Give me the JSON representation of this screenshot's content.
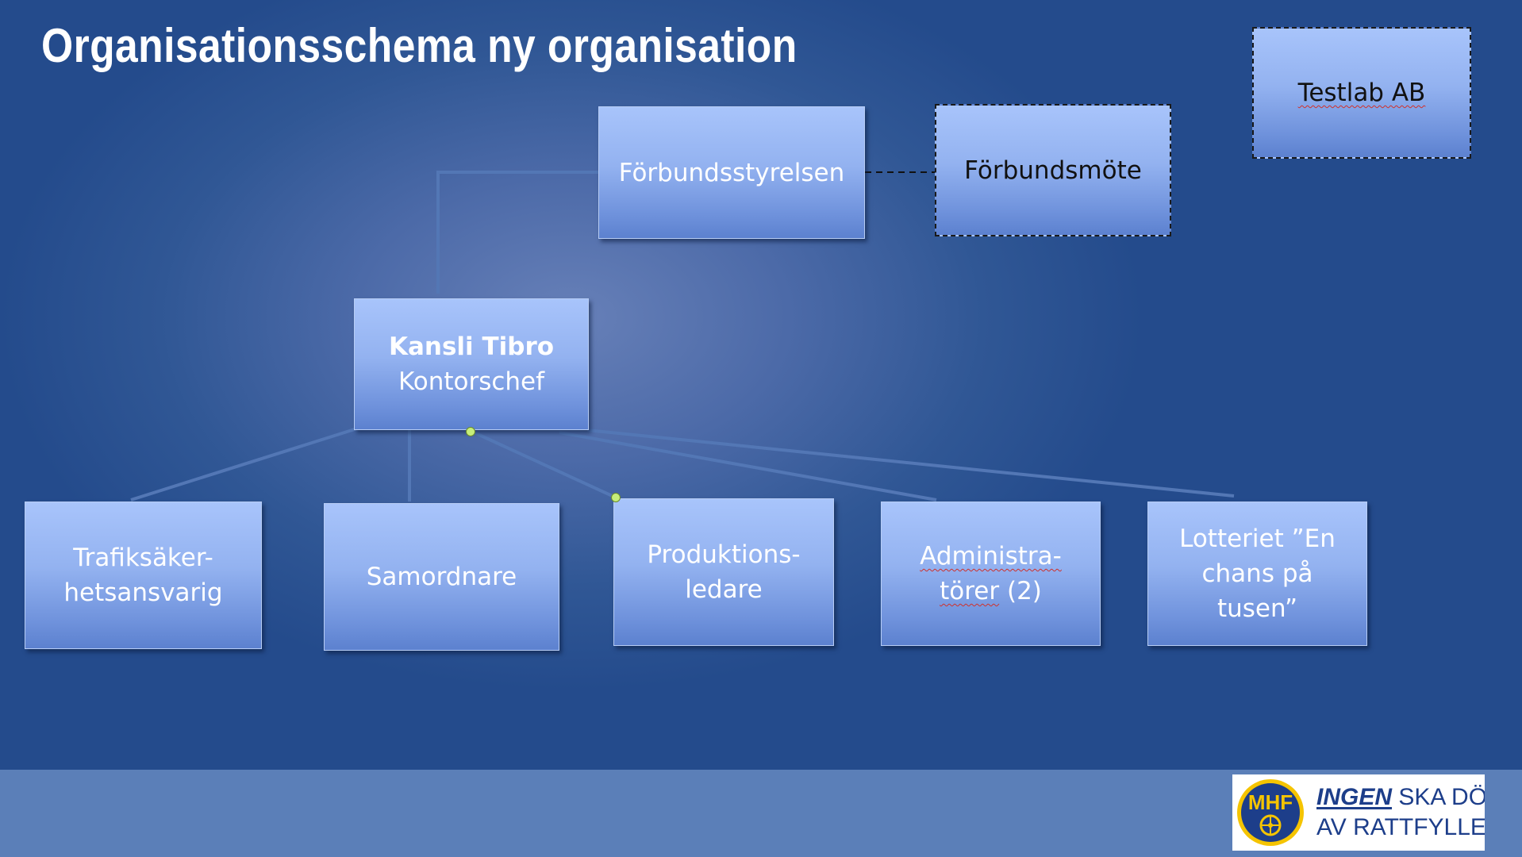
{
  "slide": {
    "title": "Organisationsschema ny organisation"
  },
  "boxes": {
    "testlab": "Testlab AB",
    "forbundsstyrelsen": "Förbundsstyrelsen",
    "forbundsmote": "Förbundsmöte",
    "kansli_line1": "Kansli Tibro",
    "kansli_line2": "Kontorschef",
    "trafik_line1": "Trafiksäker-",
    "trafik_line2": "hetsansvarig",
    "samordnare": "Samordnare",
    "produktion_line1": "Produktions-",
    "produktion_line2": "ledare",
    "admin_line1": "Administra-",
    "admin_line2a": "törer",
    "admin_line2b": " (2)",
    "lotteriet_line1": "Lotteriet ”En",
    "lotteriet_line2": "chans på",
    "lotteriet_line3": "tusen”"
  },
  "logo": {
    "emblem": "MHF",
    "line1_strong": "INGEN",
    "line1_rest": " SKA DÖ",
    "line2": "AV RATTFYLLERI"
  },
  "colors": {
    "background": "#244b8c",
    "footer_band": "#5b7fb8",
    "box_fill_top": "#a8c4fb",
    "box_fill_bottom": "#5c81cf",
    "connector": "#5377b5",
    "handle": "#c6ee7a",
    "logo_blue": "#1d3e8a",
    "logo_yellow": "#f5c400"
  }
}
